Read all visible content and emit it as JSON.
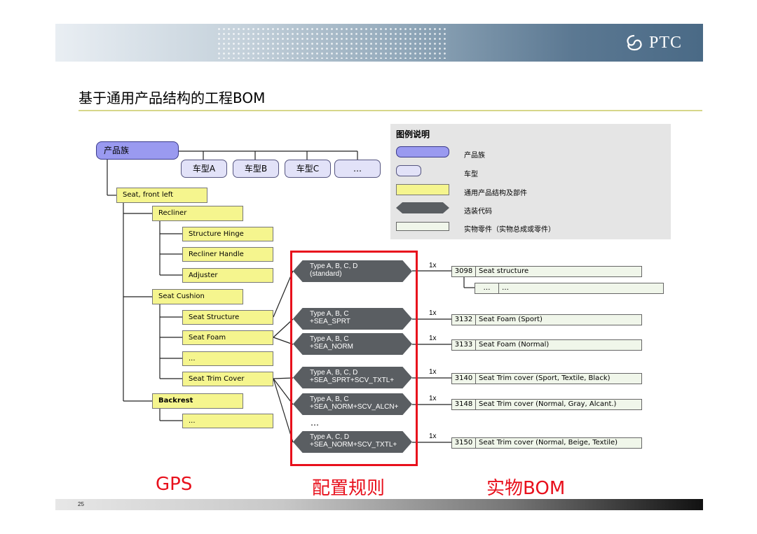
{
  "header": {
    "brand": "PTC"
  },
  "title": "基于通用产品结构的工程BOM",
  "legend": {
    "title": "图例说明",
    "items": [
      "产品族",
      "车型",
      "通用产品结构及部件",
      "选装代码",
      "实物零件（实物总成或零件）"
    ]
  },
  "product_family": "产品族",
  "models": [
    "车型A",
    "车型B",
    "车型C",
    "…"
  ],
  "gps": {
    "root": "Seat, front left",
    "recliner": "Recliner",
    "structure_hinge": "Structure Hinge",
    "recliner_handle": "Recliner Handle",
    "adjuster": "Adjuster",
    "seat_cushion": "Seat Cushion",
    "seat_structure": "Seat Structure",
    "seat_foam": "Seat Foam",
    "cushion_more": "...",
    "seat_trim_cover": "Seat Trim Cover",
    "backrest": "Backrest",
    "backrest_more": "..."
  },
  "rules": [
    {
      "line1": "Type A, B, C, D",
      "line2": "(standard)"
    },
    {
      "line1": "Type A, B, C",
      "line2": "+SEA_SPRT"
    },
    {
      "line1": "Type A, B, C",
      "line2": "+SEA_NORM"
    },
    {
      "line1": "Type A, B, C, D",
      "line2": "+SEA_SPRT+SCV_TXTL+"
    },
    {
      "line1": "Type A, B, C",
      "line2": "+SEA_NORM+SCV_ALCN+"
    },
    {
      "line1": "Type A, C, D",
      "line2": "+SEA_NORM+SCV_TXTL+"
    }
  ],
  "rules_ellipsis": "…",
  "multiplier": "1x",
  "parts": [
    {
      "num": "3098",
      "desc": "Seat structure"
    },
    {
      "num": "…",
      "desc": "…"
    },
    {
      "num": "3132",
      "desc": "Seat Foam (Sport)"
    },
    {
      "num": "3133",
      "desc": "Seat Foam (Normal)"
    },
    {
      "num": "3140",
      "desc": "Seat Trim cover (Sport, Textile, Black)"
    },
    {
      "num": "3148",
      "desc": "Seat Trim cover (Normal, Gray, Alcant.)"
    },
    {
      "num": "3150",
      "desc": "Seat Trim cover (Normal, Beige, Textile)"
    }
  ],
  "labels": {
    "gps": "GPS",
    "rules": "配置规则",
    "bom": "实物BOM"
  },
  "page_number": "25",
  "colors": {
    "accent_red": "#e8101c",
    "product_family": "#9a9af0",
    "model": "#e2e2f8",
    "gps": "#f5f58e",
    "rule": "#5a5e62",
    "part": "#f0f6ea"
  }
}
